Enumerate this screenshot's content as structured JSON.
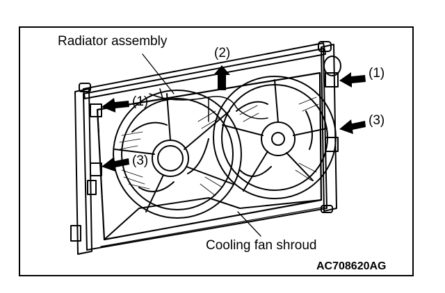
{
  "labels": {
    "radiator_assembly": "Radiator assembly",
    "cooling_fan_shroud": "Cooling fan shroud",
    "callout_1_top_right": "(1)",
    "callout_1_left": "(1)",
    "callout_2": "(2)",
    "callout_3_right": "(3)",
    "callout_3_left": "(3)"
  },
  "figure_code": "AC708620AG",
  "colors": {
    "line": "#000000",
    "arrow_fill": "#000000",
    "background": "#ffffff"
  }
}
